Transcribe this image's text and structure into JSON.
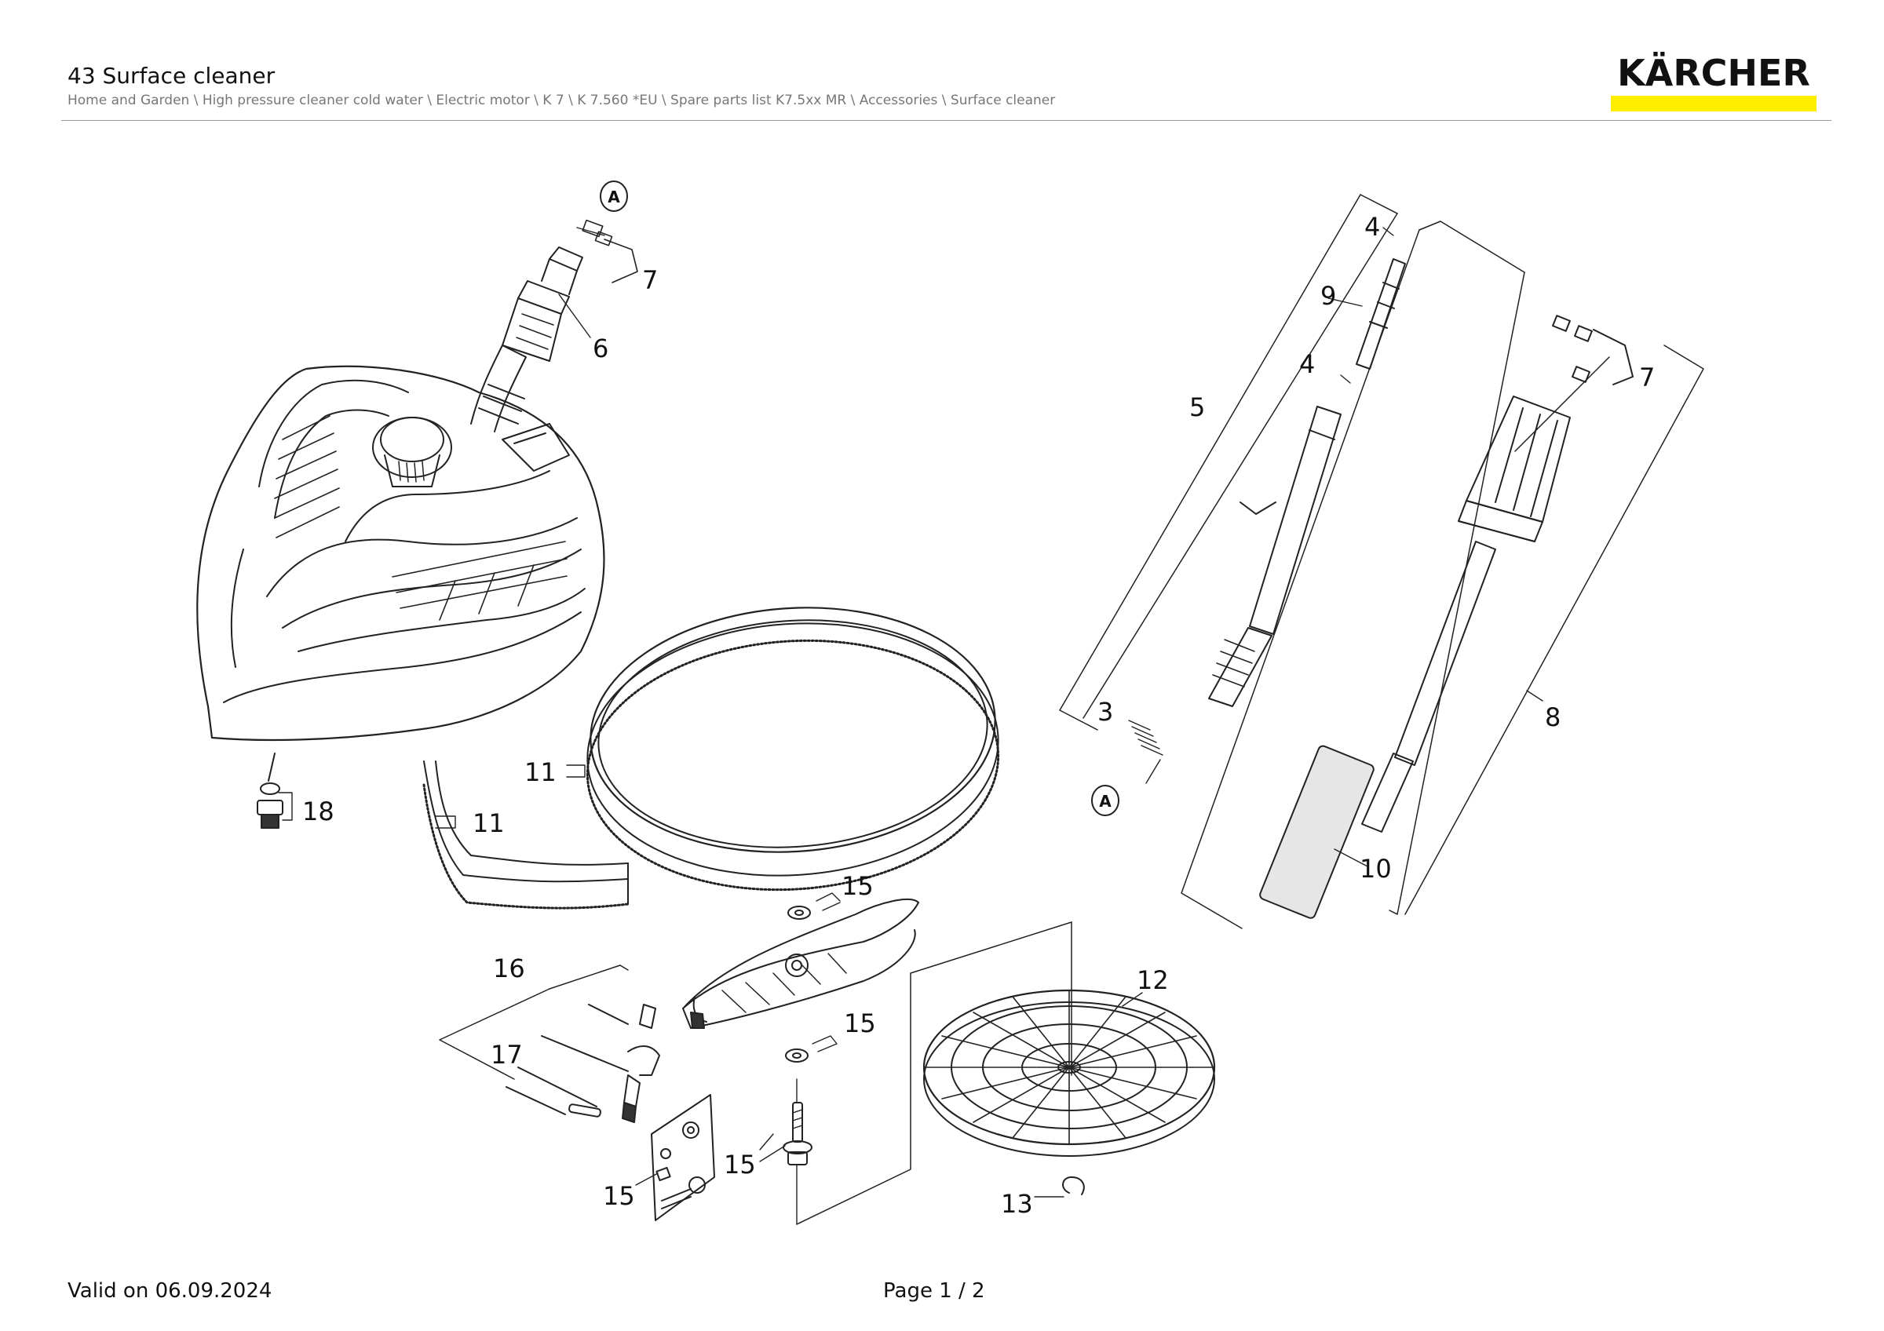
{
  "header": {
    "title": "43 Surface cleaner",
    "breadcrumb": "Home and Garden \\ High pressure cleaner cold water \\ Electric motor \\ K 7 \\ K 7.560 *EU \\ Spare parts list K7.5xx MR \\ Accessories \\ Surface cleaner",
    "logo_text": "KÄRCHER",
    "logo_color": "#ffed00"
  },
  "diagram": {
    "callouts": {
      "c7a": "7",
      "c6": "6",
      "c4a": "4",
      "c9": "9",
      "c4b": "4",
      "c5": "5",
      "c7b": "7",
      "c3": "3",
      "c8": "8",
      "c10": "10",
      "c11a": "11",
      "c11b": "11",
      "c18": "18",
      "c15a": "15",
      "c16": "16",
      "c15b": "15",
      "c17": "17",
      "c12": "12",
      "c15c": "15",
      "c15d": "15",
      "c13": "13"
    },
    "connectors": {
      "top": "A",
      "bottom": "A"
    }
  },
  "footer": {
    "valid": "Valid on 06.09.2024",
    "page": "Page 1 / 2"
  }
}
